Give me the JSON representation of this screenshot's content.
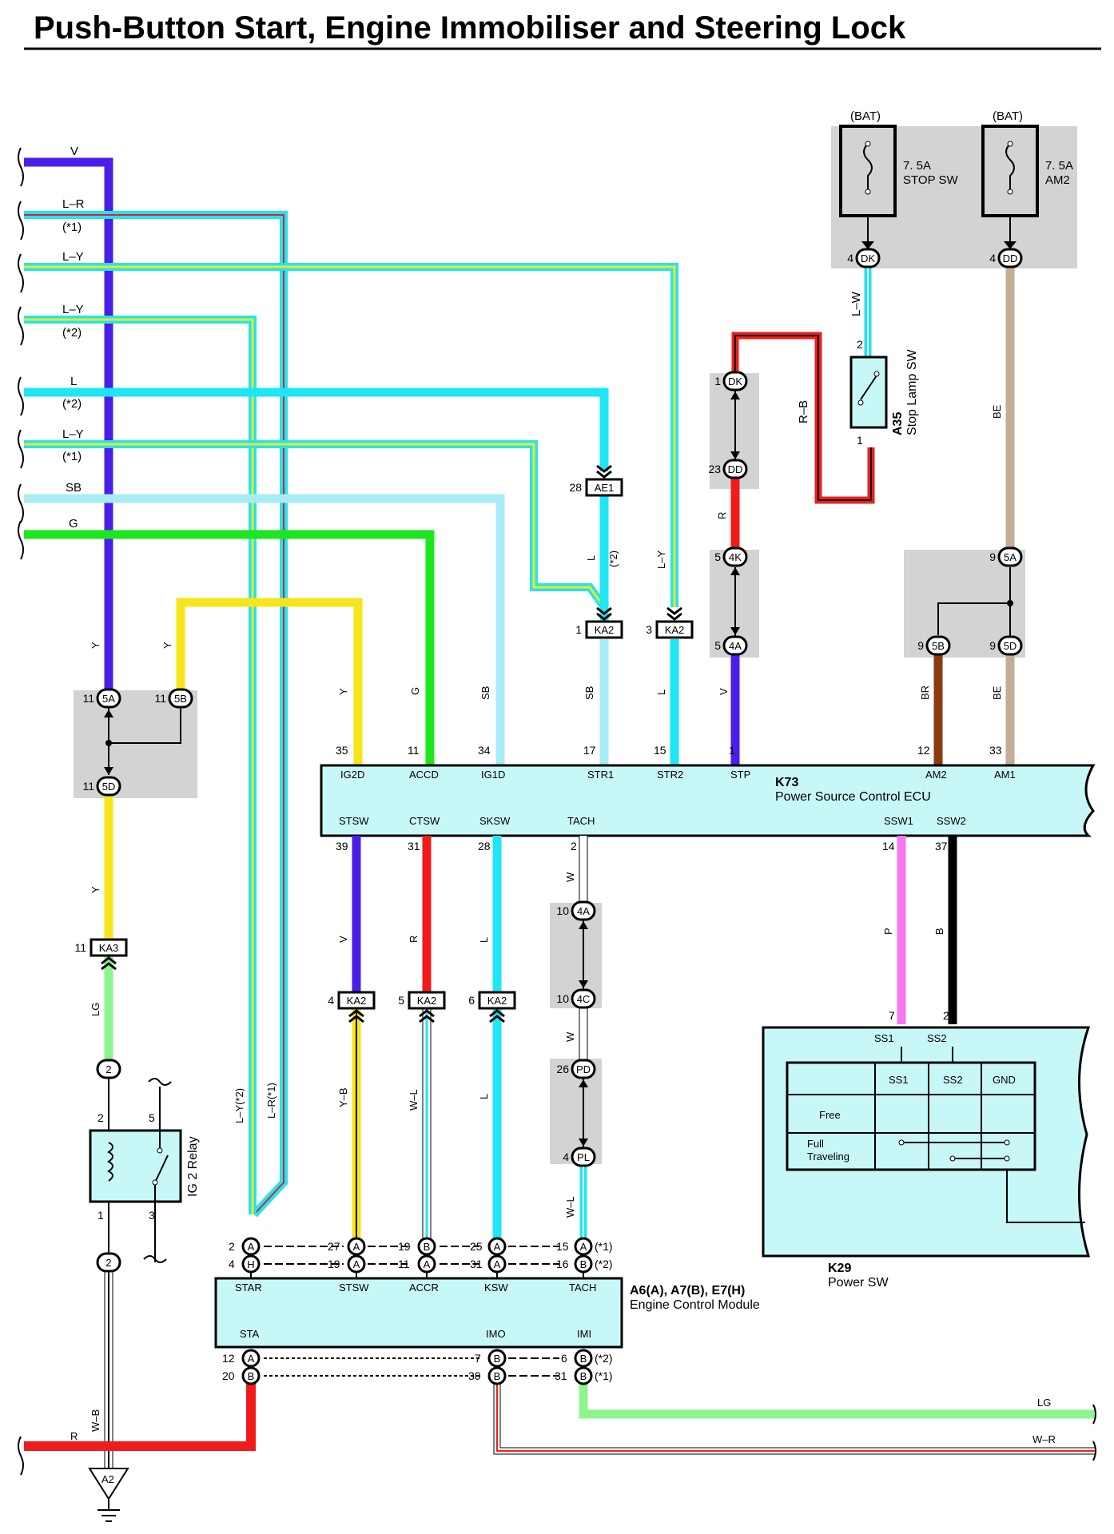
{
  "title": "Push-Button Start, Engine Immobiliser and Steering Lock",
  "colors": {
    "V": "#4b1ee8",
    "L": "#1ee6f5",
    "Y": "#f7e51c",
    "G": "#1ee61e",
    "SB": "#a8ecf5",
    "R": "#f01c1c",
    "P": "#f778f0",
    "B": "#000000",
    "BR": "#8b3a12",
    "BE": "#c4ac98",
    "LG": "#8cf58c",
    "W": "#ffffff",
    "box": "#d3d3d3",
    "ecu": "#c8f7f7"
  },
  "left_wires": [
    {
      "name": "V",
      "note": ""
    },
    {
      "name": "L–R",
      "note": "(*1)"
    },
    {
      "name": "L–Y",
      "note": ""
    },
    {
      "name": "L–Y",
      "note": "(*2)"
    },
    {
      "name": "L",
      "note": "(*2)"
    },
    {
      "name": "L–Y",
      "note": "(*1)"
    },
    {
      "name": "SB",
      "note": ""
    },
    {
      "name": "G",
      "note": ""
    }
  ],
  "fuses": [
    {
      "source": "(BAT)",
      "rating": "7. 5A",
      "name": "STOP SW",
      "pin": "4",
      "conn": "DK"
    },
    {
      "source": "(BAT)",
      "rating": "7. 5A",
      "name": "AM2",
      "pin": "4",
      "conn": "DD"
    }
  ],
  "stop_lamp": {
    "id": "A35",
    "name": "Stop Lamp SW",
    "pin_top": "2",
    "pin_bottom": "1",
    "wire_top": "L–W",
    "wire_loop": "R–B"
  },
  "k73": {
    "id": "K73",
    "name": "Power Source Control ECU",
    "top_pins": [
      {
        "num": "35",
        "name": "IG2D",
        "wire": "Y"
      },
      {
        "num": "11",
        "name": "ACCD",
        "wire": "G"
      },
      {
        "num": "34",
        "name": "IG1D",
        "wire": "SB"
      },
      {
        "num": "17",
        "name": "STR1",
        "wire": "SB"
      },
      {
        "num": "15",
        "name": "STR2",
        "wire": "L"
      },
      {
        "num": "1",
        "name": "STP",
        "wire": "V"
      },
      {
        "num": "12",
        "name": "AM2",
        "wire": "BR"
      },
      {
        "num": "33",
        "name": "AM1",
        "wire": "BE"
      }
    ],
    "bottom_pins": [
      {
        "num": "39",
        "name": "STSW",
        "wire": "V"
      },
      {
        "num": "31",
        "name": "CTSW",
        "wire": "R"
      },
      {
        "num": "28",
        "name": "SKSW",
        "wire": "L"
      },
      {
        "num": "2",
        "name": "TACH",
        "wire": "W"
      },
      {
        "num": "14",
        "name": "SSW1",
        "wire": "P"
      },
      {
        "num": "37",
        "name": "SSW2",
        "wire": "B"
      }
    ]
  },
  "connectors": {
    "ae1": {
      "pin": "28",
      "conn": "AE1"
    },
    "ka2_str1": {
      "pin": "1",
      "conn": "KA2"
    },
    "ka2_str2": {
      "pin": "3",
      "conn": "KA2"
    },
    "dk1": {
      "pin": "1",
      "conn": "DK"
    },
    "dd23": {
      "pin": "23",
      "conn": "DD"
    },
    "j4k": {
      "pin": "5",
      "conn": "4K"
    },
    "j4a": {
      "pin": "5",
      "conn": "4A"
    },
    "j5a_r": {
      "pin": "9",
      "conn": "5A"
    },
    "j5b_r": {
      "pin": "9",
      "conn": "5B"
    },
    "j5d_r": {
      "pin": "9",
      "conn": "5D"
    },
    "j5a_l": {
      "pin": "11",
      "conn": "5A"
    },
    "j5b_l": {
      "pin": "11",
      "conn": "5B"
    },
    "j5d_l": {
      "pin": "11",
      "conn": "5D"
    },
    "ka3": {
      "pin": "11",
      "conn": "KA3"
    },
    "ka2_4": {
      "pin": "4",
      "conn": "KA2"
    },
    "ka2_5": {
      "pin": "5",
      "conn": "KA2"
    },
    "ka2_6": {
      "pin": "6",
      "conn": "KA2"
    },
    "j10_4a": {
      "pin": "10",
      "conn": "4A"
    },
    "j10_4c": {
      "pin": "10",
      "conn": "4C"
    },
    "pd": {
      "pin": "26",
      "conn": "PD"
    },
    "pl": {
      "pin": "4",
      "conn": "PL"
    },
    "relay_top": {
      "conn": "2"
    },
    "relay_bottom": {
      "conn": "2"
    }
  },
  "wire_labels": {
    "left_y1": "Y",
    "left_y2": "Y",
    "left_y3": "Y",
    "left_lg": "LG",
    "l_ae1": "L",
    "l_ae1_note": "(*2)",
    "ly_str2": "L–Y",
    "r_dd": "R",
    "v_4a": "V",
    "be_top": "BE",
    "ly2_v": "L–Y(*2)",
    "lr1_v": "L–R(*1)",
    "y_b": "Y–B",
    "w_l": "W–L",
    "l_ka2": "L",
    "w_top": "W",
    "w_mid": "W",
    "w_l2": "W–L",
    "v_ka2": "V",
    "r_ka2": "R",
    "l_ka2_top": "L",
    "p": "P",
    "b": "B",
    "w_b": "W–B",
    "r_gnd": "R",
    "lg_right": "LG",
    "w_r_right": "W–R"
  },
  "relay": {
    "name": "IG 2 Relay",
    "pins": [
      "2",
      "5",
      "1",
      "3"
    ]
  },
  "k29": {
    "id": "K29",
    "name": "Power SW",
    "pin_ss1": "7",
    "pin_ss2": "2",
    "term_ss1": "SS1",
    "term_ss2": "SS2",
    "table_headers": [
      "SS1",
      "SS2",
      "GND"
    ],
    "table_rows": [
      "Free",
      "Full\nTraveling"
    ]
  },
  "ecm": {
    "id": "A6(A), A7(B), E7(H)",
    "name": "Engine Control Module",
    "top_terms": [
      "STAR",
      "STSW",
      "ACCR",
      "KSW",
      "TACH"
    ],
    "bottom_terms": [
      "STA",
      "IMO",
      "IMI"
    ],
    "top_row1": [
      {
        "num": "2",
        "conn": "A"
      },
      {
        "num": "27",
        "conn": "A"
      },
      {
        "num": "19",
        "conn": "B"
      },
      {
        "num": "25",
        "conn": "A"
      },
      {
        "num": "15",
        "conn": "A"
      }
    ],
    "top_row2": [
      {
        "num": "4",
        "conn": "H"
      },
      {
        "num": "19",
        "conn": "A"
      },
      {
        "num": "11",
        "conn": "A"
      },
      {
        "num": "31",
        "conn": "A"
      },
      {
        "num": "16",
        "conn": "B"
      }
    ],
    "top_row1_note": "(*1)",
    "top_row2_note": "(*2)",
    "bot_row1": [
      {
        "num": "12",
        "conn": "A"
      },
      {
        "num": "7",
        "conn": "B"
      },
      {
        "num": "6",
        "conn": "B"
      }
    ],
    "bot_row2": [
      {
        "num": "20",
        "conn": "B"
      },
      {
        "num": "30",
        "conn": "B"
      },
      {
        "num": "31",
        "conn": "B"
      }
    ],
    "bot_row1_note": "(*2)",
    "bot_row2_note": "(*1)"
  },
  "ground": {
    "id": "A2"
  }
}
